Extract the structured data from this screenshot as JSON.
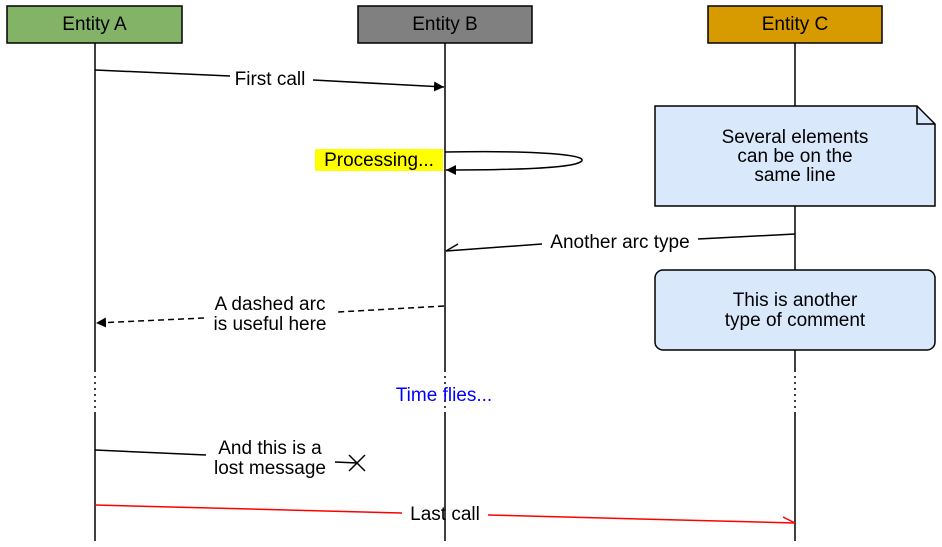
{
  "entities": [
    {
      "label": "Entity A",
      "color": "#82b366"
    },
    {
      "label": "Entity B",
      "color": "#808080"
    },
    {
      "label": "Entity C",
      "color": "#d79b00"
    }
  ],
  "messages": {
    "first_call": "First call",
    "processing": "Processing...",
    "another_arc": "Another arc type",
    "dashed_line1": "A dashed arc",
    "dashed_line2": "is useful here",
    "time_flies": "Time flies...",
    "lost_line1": "And this is a",
    "lost_line2": "lost message",
    "last_call": "Last call"
  },
  "notes": {
    "note_line1": "Several elements",
    "note_line2": "can be on the",
    "note_line3": "same line",
    "comment_line1": "This is another",
    "comment_line2": "type of comment"
  },
  "colors": {
    "note_fill": "#dae8fc",
    "highlight": "#ffff00",
    "time_flies_text": "#0000ff",
    "last_call_arrow": "#ff0000"
  }
}
